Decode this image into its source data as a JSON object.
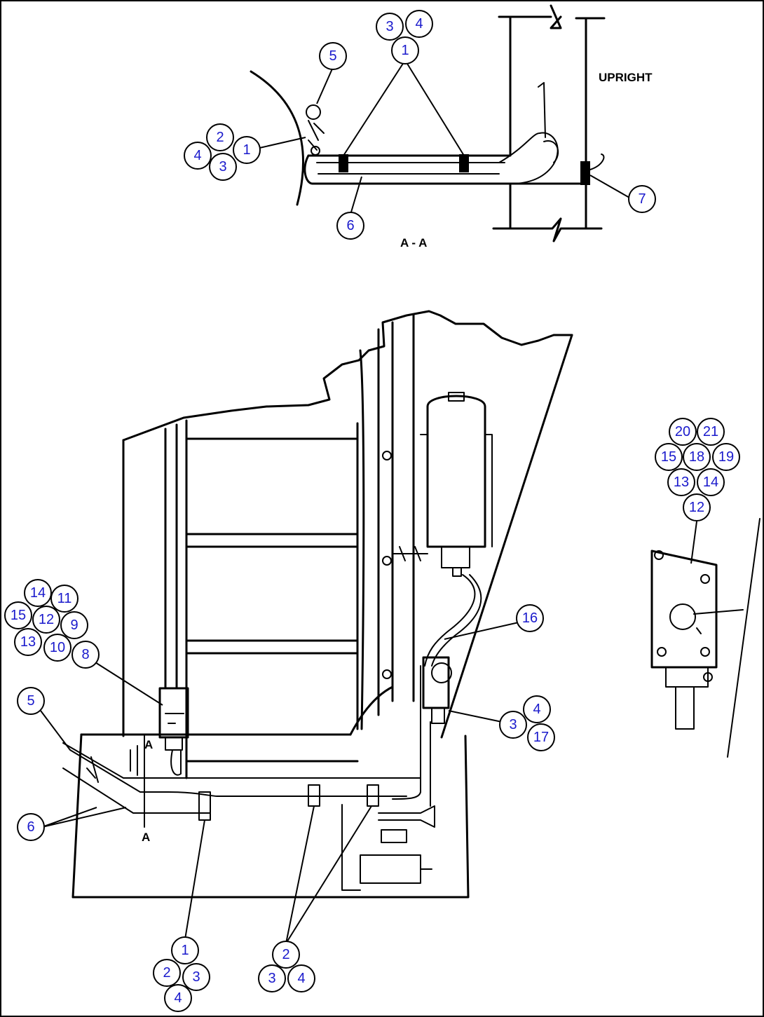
{
  "labels": {
    "upright": "UPRIGHT",
    "section": "A - A",
    "section_mark_top": "A",
    "section_mark_bottom": "A"
  },
  "callout_clusters": [
    {
      "name": "section-top-clamp",
      "items": [
        "3",
        "4",
        "1"
      ]
    },
    {
      "name": "section-clamp-left",
      "items": [
        "5"
      ]
    },
    {
      "name": "section-bracket",
      "items": [
        "2",
        "4",
        "1",
        "3"
      ]
    },
    {
      "name": "section-hose",
      "items": [
        "6"
      ]
    },
    {
      "name": "section-upright",
      "items": [
        "7"
      ]
    },
    {
      "name": "switch-detail",
      "items": [
        "20",
        "21",
        "15",
        "18",
        "19",
        "13",
        "14",
        "12"
      ]
    },
    {
      "name": "left-switch",
      "items": [
        "14",
        "11",
        "15",
        "12",
        "9",
        "13",
        "10",
        "8"
      ]
    },
    {
      "name": "left-tube-end",
      "items": [
        "5"
      ]
    },
    {
      "name": "left-tubes",
      "items": [
        "6"
      ]
    },
    {
      "name": "hose-right",
      "items": [
        "16"
      ]
    },
    {
      "name": "right-clamp",
      "items": [
        "4",
        "3",
        "17"
      ]
    },
    {
      "name": "bottom-clamp-left",
      "items": [
        "1",
        "2",
        "3",
        "4"
      ]
    },
    {
      "name": "bottom-clamp-right",
      "items": [
        "2",
        "3",
        "4"
      ]
    }
  ]
}
